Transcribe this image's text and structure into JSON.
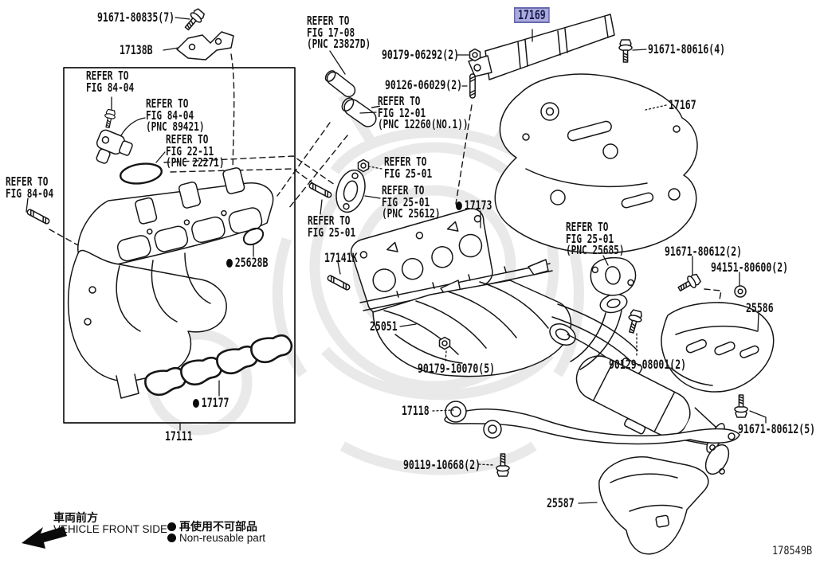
{
  "diagram": {
    "drawing_code": "178549B",
    "highlighted_part_number": "17169",
    "highlight_colors": {
      "background": "#a9abdc",
      "border": "#666ab0",
      "text": "#1a1a50"
    },
    "line_color": "#161616",
    "watermark_color": "#e9e9e9"
  },
  "legend": {
    "front_jp": "車両前方",
    "front_en": "VEHICLE FRONT SIDE",
    "nonreuse_jp": "再使用不可部品",
    "nonreuse_en": "Non-reusable part"
  },
  "parts": {
    "p91671_80835": "91671-80835(7)",
    "p17138B": "17138B",
    "p90179_06292": "90179-06292(2)",
    "p90126_06029": "90126-06029(2)",
    "p17169": "17169",
    "p91671_80616": "91671-80616(4)",
    "p17167": "17167",
    "p17173": "17173",
    "p25628B": "25628B",
    "p17141K": "17141K",
    "p25051": "25051",
    "p90179_10070": "90179-10070(5)",
    "p91671_80612_2": "91671-80612(2)",
    "p94151_80600": "94151-80600(2)",
    "p25586": "25586",
    "p90129_08001": "90129-08001(2)",
    "p17118": "17118",
    "p17177": "17177",
    "p17111": "17111",
    "p90119_10668": "90119-10668(2)",
    "p25587": "25587",
    "p91671_80612_5": "91671-80612(5)"
  },
  "refs": {
    "r1": {
      "lines": [
        "REFER TO",
        "FIG 84-04"
      ]
    },
    "r2": {
      "lines": [
        "REFER TO",
        "FIG 84-04",
        "(PNC 89421)"
      ]
    },
    "r3": {
      "lines": [
        "REFER TO",
        "FIG 22-11",
        "(PNC 22271)"
      ]
    },
    "r4": {
      "lines": [
        "REFER TO",
        "FIG 84-04"
      ]
    },
    "r5": {
      "lines": [
        "REFER TO",
        "FIG 17-08",
        "(PNC 23827D)"
      ]
    },
    "r6": {
      "lines": [
        "REFER TO",
        "FIG 12-01",
        "(PNC 12260(NO.1))"
      ]
    },
    "r7": {
      "lines": [
        "REFER TO",
        "FIG 25-01"
      ]
    },
    "r8": {
      "lines": [
        "REFER TO",
        "FIG 25-01",
        "(PNC 25612)"
      ]
    },
    "r9": {
      "lines": [
        "REFER TO",
        "FIG 25-01"
      ]
    },
    "r10": {
      "lines": [
        "REFER TO",
        "FIG 25-01",
        "(PNC 25685)"
      ]
    }
  }
}
